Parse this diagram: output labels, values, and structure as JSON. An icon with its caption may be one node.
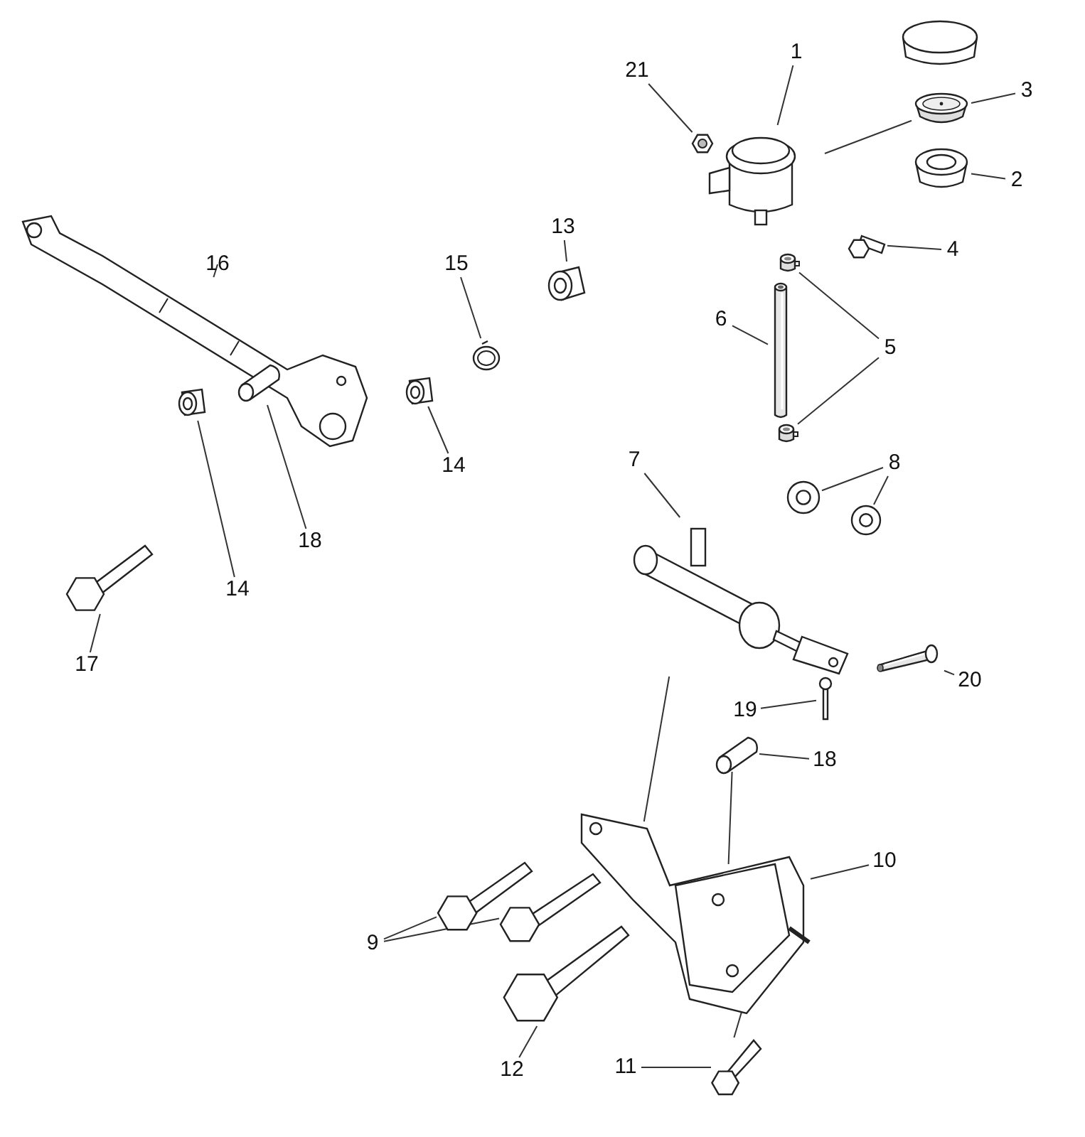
{
  "diagram": {
    "nodes": [
      {
        "text": [
          "1"
        ]
      },
      {
        "text": [],
        "shape": "picture"
      },
      {
        "text": [
          "3"
        ]
      },
      {
        "text": [],
        "shape": "picture"
      },
      {
        "text": [
          "2"
        ]
      },
      {
        "text": [],
        "shape": "picture"
      },
      {
        "text": [
          "21"
        ]
      },
      {
        "text": [],
        "shape": "picture"
      },
      {
        "text": [
          "4"
        ]
      },
      {
        "text": [],
        "shape": "picture"
      },
      {
        "text": [
          "5"
        ]
      },
      {
        "text": [],
        "shape": "picture"
      },
      {
        "text": [],
        "shape": "picture"
      },
      {
        "text": [
          "6"
        ]
      },
      {
        "text": [],
        "shape": "picture"
      },
      {
        "text": [
          "13"
        ]
      },
      {
        "text": [],
        "shape": "picture"
      },
      {
        "text": [
          "15"
        ]
      },
      {
        "text": [],
        "shape": "picture"
      },
      {
        "text": [
          "16"
        ]
      },
      {
        "text": [],
        "shape": "picture"
      },
      {
        "text": [
          "14"
        ]
      },
      {
        "text": [],
        "shape": "picture"
      },
      {
        "text": [
          "18"
        ]
      },
      {
        "text": [],
        "shape": "picture"
      },
      {
        "text": [
          "14"
        ]
      },
      {
        "text": [],
        "shape": "picture"
      },
      {
        "text": [
          "17"
        ]
      },
      {
        "text": [],
        "shape": "picture"
      },
      {
        "text": [
          "7"
        ]
      },
      {
        "text": [],
        "shape": "picture"
      },
      {
        "text": [
          "8"
        ]
      },
      {
        "text": [],
        "shape": "picture"
      },
      {
        "text": [],
        "shape": "picture"
      },
      {
        "text": [
          "20"
        ]
      },
      {
        "text": [],
        "shape": "picture"
      },
      {
        "text": [
          "19"
        ]
      },
      {
        "text": [],
        "shape": "picture"
      },
      {
        "text": [
          "18"
        ]
      },
      {
        "text": [],
        "shape": "picture"
      },
      {
        "text": [
          "10"
        ]
      },
      {
        "text": [],
        "shape": "picture"
      },
      {
        "text": [
          "9"
        ]
      },
      {
        "text": [],
        "shape": "picture"
      },
      {
        "text": [],
        "shape": "picture"
      },
      {
        "text": [
          "12"
        ]
      },
      {
        "text": [],
        "shape": "picture"
      },
      {
        "text": [
          "11"
        ]
      },
      {
        "text": [],
        "shape": "picture"
      }
    ],
    "edges": [
      {
        "from": 0,
        "to": 1,
        "arrow": "none"
      },
      {
        "from": 2,
        "to": 3,
        "arrow": "none"
      },
      {
        "from": 4,
        "to": 5,
        "arrow": "none"
      },
      {
        "from": 6,
        "to": 7,
        "arrow": "none"
      },
      {
        "from": 8,
        "to": 9,
        "arrow": "none"
      },
      {
        "from": 10,
        "to": 11,
        "arrow": "none"
      },
      {
        "from": 10,
        "to": 12,
        "arrow": "none"
      },
      {
        "from": 13,
        "to": 14,
        "arrow": "none"
      },
      {
        "from": 15,
        "to": 16,
        "arrow": "none"
      },
      {
        "from": 17,
        "to": 18,
        "arrow": "none"
      },
      {
        "from": 19,
        "to": 20,
        "arrow": "none"
      },
      {
        "from": 21,
        "to": 22,
        "arrow": "none"
      },
      {
        "from": 23,
        "to": 24,
        "arrow": "none"
      },
      {
        "from": 25,
        "to": 26,
        "arrow": "none"
      },
      {
        "from": 27,
        "to": 28,
        "arrow": "none"
      },
      {
        "from": 29,
        "to": 30,
        "arrow": "none"
      },
      {
        "from": 31,
        "to": 32,
        "arrow": "none"
      },
      {
        "from": 31,
        "to": 33,
        "arrow": "none"
      },
      {
        "from": 34,
        "to": 35,
        "arrow": "none"
      },
      {
        "from": 36,
        "to": 37,
        "arrow": "none"
      },
      {
        "from": 38,
        "to": 39,
        "arrow": "none"
      },
      {
        "from": 40,
        "to": 41,
        "arrow": "none"
      },
      {
        "from": 42,
        "to": 43,
        "arrow": "none"
      },
      {
        "from": 42,
        "to": 44,
        "arrow": "none"
      },
      {
        "from": 45,
        "to": 46,
        "arrow": "none"
      },
      {
        "from": 47,
        "to": 48,
        "arrow": "none"
      },
      {
        "from": 1,
        "to": 3,
        "arrow": "none"
      },
      {
        "from": 30,
        "to": 41,
        "arrow": "none"
      },
      {
        "from": 39,
        "to": 41,
        "arrow": "none"
      },
      {
        "from": 48,
        "to": 41,
        "arrow": "none"
      }
    ]
  }
}
